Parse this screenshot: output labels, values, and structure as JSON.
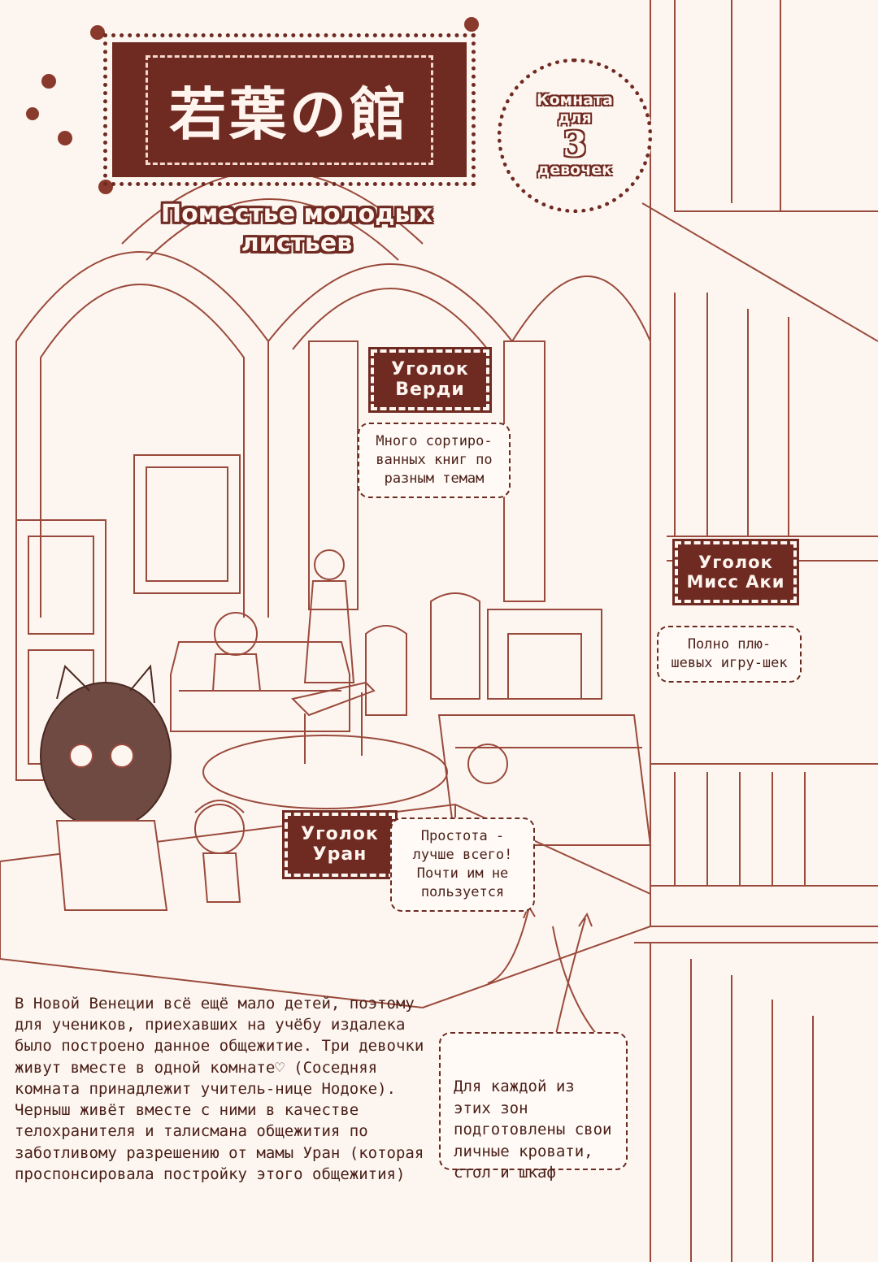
{
  "title": {
    "japanese": "若葉の館",
    "subtitle": "Поместье молодых листьев"
  },
  "room_badge": {
    "line1": "Комната",
    "line2": "для",
    "line3": "девочек",
    "number": "3"
  },
  "labels": {
    "verdi": "Уголок Верди",
    "miss_aki": "Уголок Мисс Аки",
    "uran": "Уголок Уран"
  },
  "notes": {
    "verdi": "Много сортиро-ванных книг по разным темам",
    "miss_aki": "Полно плю-шевых игру-шек",
    "uran": "Простота - лучше всего! Почти им не пользуется",
    "zones": "Для каждой из этих зон подготовлены свои личные кровати, стол и шкаф"
  },
  "description": [
    "В Новой Венеции всё ещё мало детей, поэтому для учеников, приехавших на учёбу издалека было построено данное общежитие. Три девочки живут вместе в одной комнате♡ (Соседняя комната принадлежит учитель-нице Нодоке).",
    "Черныш живёт вместе с ними в качестве телохранителя и талисмана общежития по заботливому разрешению от мамы Уран (которая проспонсировала постройку этого общежития)"
  ]
}
